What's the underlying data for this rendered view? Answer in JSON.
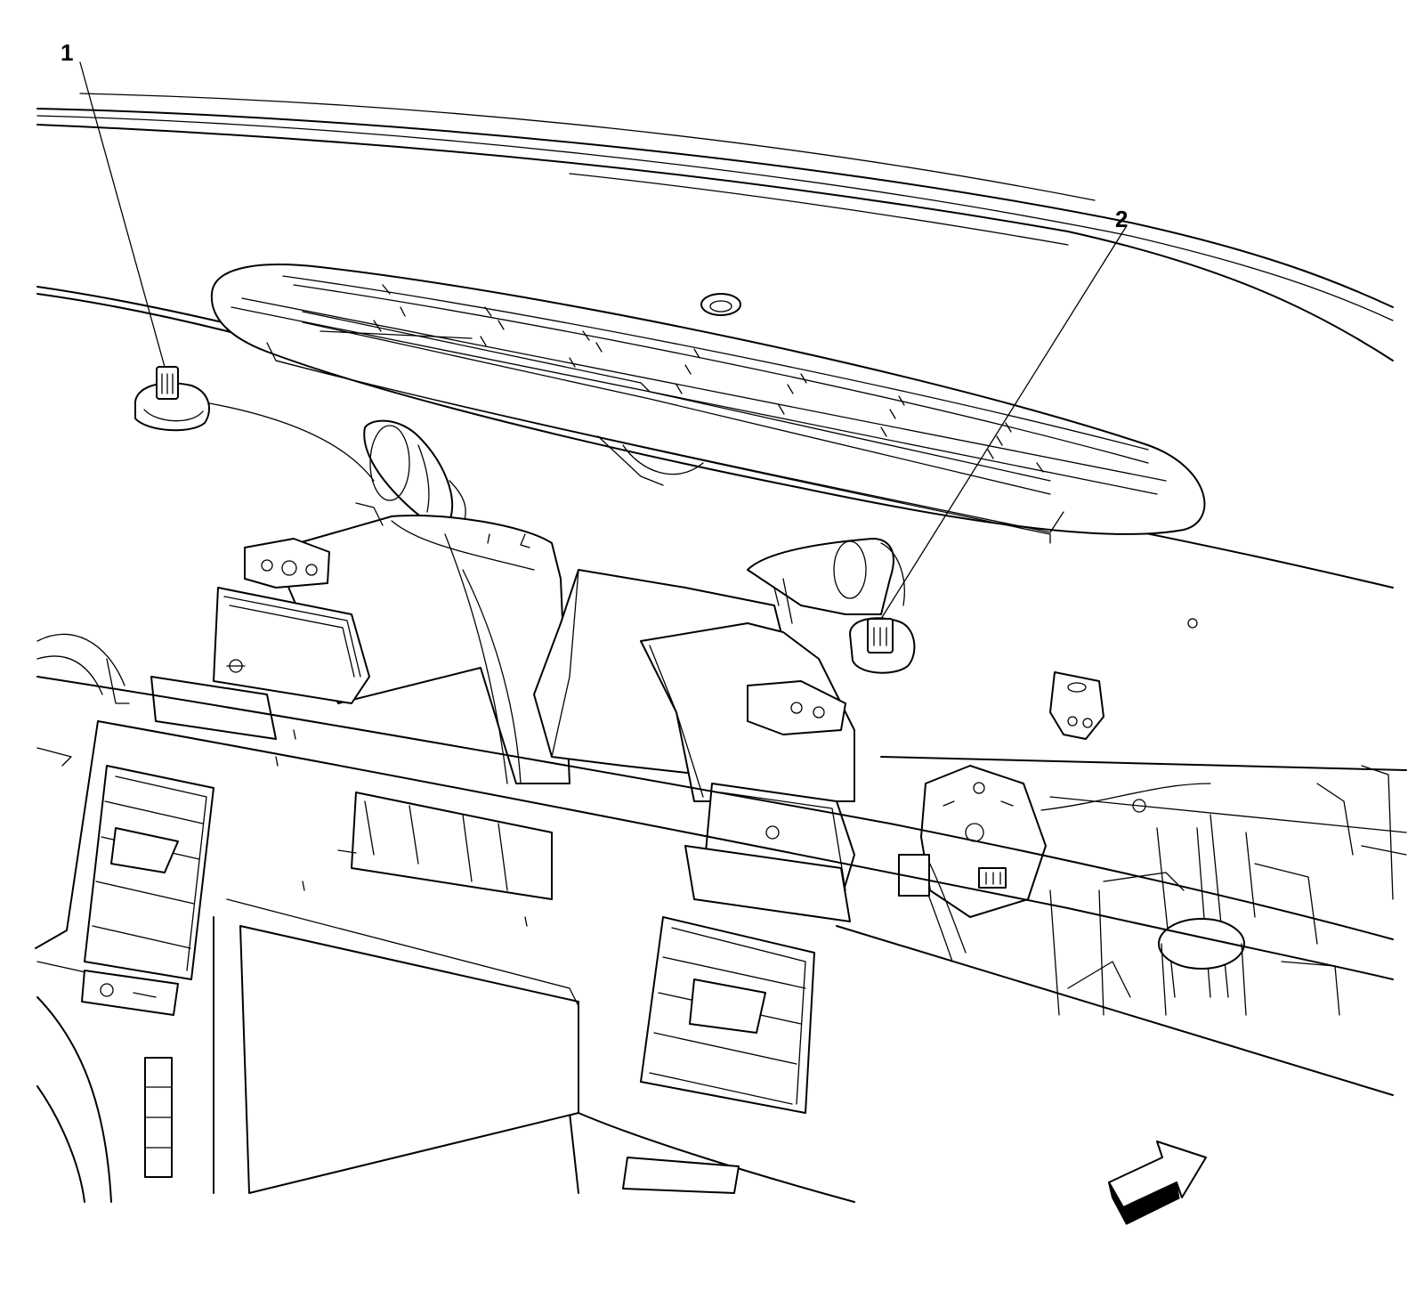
{
  "figure": {
    "callouts": [
      {
        "number": "1",
        "part": "connector"
      },
      {
        "number": "2",
        "part": "connector"
      }
    ],
    "icons": {
      "view_arrow": "direction-arrow-icon"
    },
    "colors": {
      "line": "#000000",
      "background": "#ffffff"
    }
  }
}
